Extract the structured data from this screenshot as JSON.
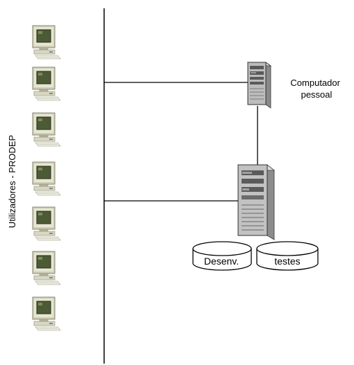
{
  "group_label": "Utilizadores - PRODEP",
  "personal_computer_label_line1": "Computador",
  "personal_computer_label_line2": "pessoal",
  "databases": [
    {
      "label": "Desenv."
    },
    {
      "label": "testes"
    }
  ],
  "workstations_count": 7,
  "colors": {
    "line": "#000000",
    "background": "#ffffff",
    "monitor_body": "#d9d9c4",
    "monitor_screen": "#3f4a2e",
    "keyboard": "#e8e8dc",
    "server_body": "#c4c4c4",
    "server_dark": "#7a7a7a"
  },
  "icons": {
    "workstation": "desktop-computer-icon",
    "personal_computer": "tower-pc-icon",
    "server": "server-icon",
    "database": "database-cylinder-icon"
  }
}
